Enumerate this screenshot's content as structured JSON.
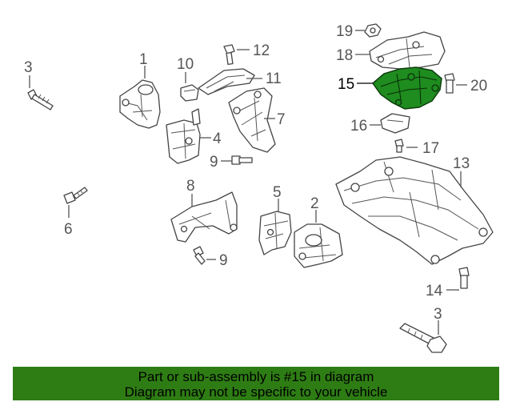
{
  "highlight_color": "#2e7d14",
  "callouts": [
    {
      "id": "p1",
      "text": "1"
    },
    {
      "id": "p2",
      "text": "2"
    },
    {
      "id": "p3a",
      "text": "3"
    },
    {
      "id": "p3b",
      "text": "3"
    },
    {
      "id": "p4",
      "text": "4"
    },
    {
      "id": "p5",
      "text": "5"
    },
    {
      "id": "p6",
      "text": "6"
    },
    {
      "id": "p7",
      "text": "7"
    },
    {
      "id": "p8",
      "text": "8"
    },
    {
      "id": "p9a",
      "text": "9"
    },
    {
      "id": "p9b",
      "text": "9"
    },
    {
      "id": "p10",
      "text": "10"
    },
    {
      "id": "p11",
      "text": "11"
    },
    {
      "id": "p12",
      "text": "12"
    },
    {
      "id": "p13",
      "text": "13"
    },
    {
      "id": "p14",
      "text": "14"
    },
    {
      "id": "p15",
      "text": "15",
      "highlighted": true
    },
    {
      "id": "p16",
      "text": "16"
    },
    {
      "id": "p17",
      "text": "17"
    },
    {
      "id": "p18",
      "text": "18"
    },
    {
      "id": "p19",
      "text": "19"
    },
    {
      "id": "p20",
      "text": "20"
    }
  ],
  "banner": {
    "line1": "Part or sub-assembly is #15 in diagram",
    "line2": "Diagram may not be specific to your vehicle"
  }
}
